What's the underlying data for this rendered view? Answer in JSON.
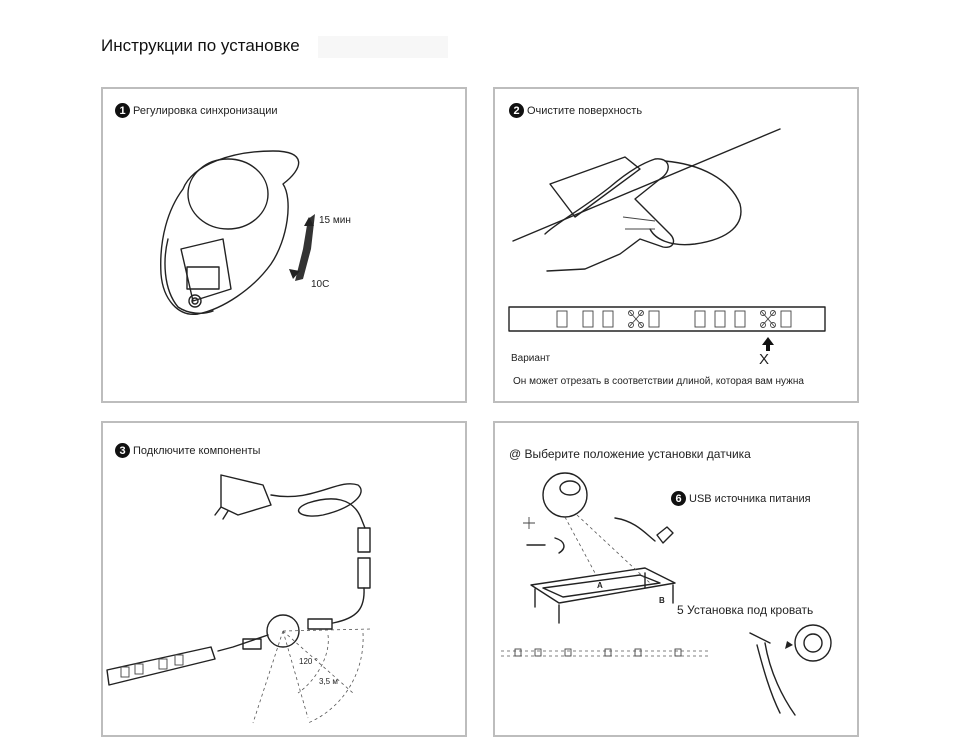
{
  "title": "Инструкции по установке",
  "panel1": {
    "step_num": "1",
    "step_label": "Регулировка синхронизации",
    "label_15": "15 мин",
    "label_10": "10С"
  },
  "panel2": {
    "step_num": "2",
    "step_label": "Очистите поверхность",
    "variant": "Вариант",
    "cut_mark": "X",
    "note": "Он может отрезать в соответствии длиной, которая вам нужна"
  },
  "panel3": {
    "step_num": "3",
    "step_label": "Подключите компоненты",
    "angle": "120 °",
    "distance": "3,5 м"
  },
  "panel4": {
    "step_label": "@ Выберите положение установки датчика",
    "usb_num": "6",
    "usb_label": "USB источника питания",
    "bed_label": "5  Установка под кровать",
    "marker_a": "A",
    "marker_b": "B"
  }
}
